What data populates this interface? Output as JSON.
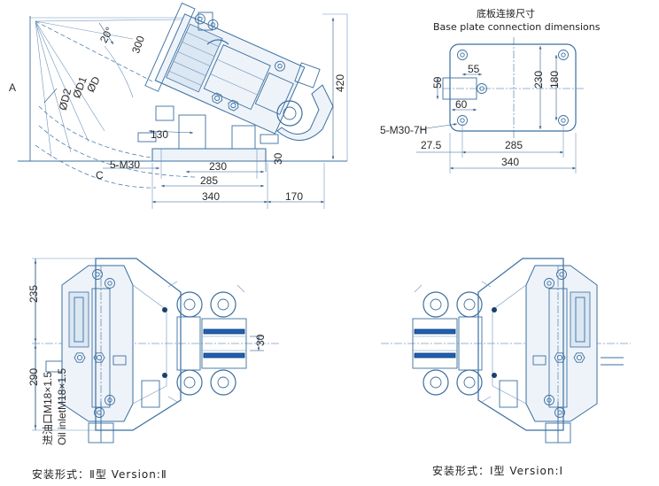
{
  "baseplate": {
    "title_cn": "底板连接尺寸",
    "title_en": "Base plate connection dimensions",
    "dim_55": "55",
    "dim_50": "50",
    "dim_60": "60",
    "dim_230": "230",
    "dim_180": "180",
    "dim_285": "285",
    "dim_27_5": "27.5",
    "dim_340": "340",
    "thread": "5-M30-7H"
  },
  "side_view": {
    "label_a": "A",
    "label_c": "C",
    "angle": "20°",
    "dia_d": "ØD",
    "dia_d1": "ØD1",
    "dia_d2": "ØD2",
    "dim_300": "300",
    "dim_130": "130",
    "dim_420": "420",
    "bolts": "5-M30",
    "dim_230": "230",
    "dim_30": "30",
    "dim_285": "285",
    "dim_340": "340",
    "dim_170": "170"
  },
  "front_view_ii": {
    "dim_235": "235",
    "dim_290": "290",
    "dim_30": "30",
    "oil_cn": "进油口M18×1.5",
    "oil_en": "Oil inletM18×1.5",
    "caption": "安装形式：Ⅱ型  Version:Ⅱ"
  },
  "front_view_i": {
    "caption": "安装形式：Ⅰ型  Version:Ⅰ"
  }
}
